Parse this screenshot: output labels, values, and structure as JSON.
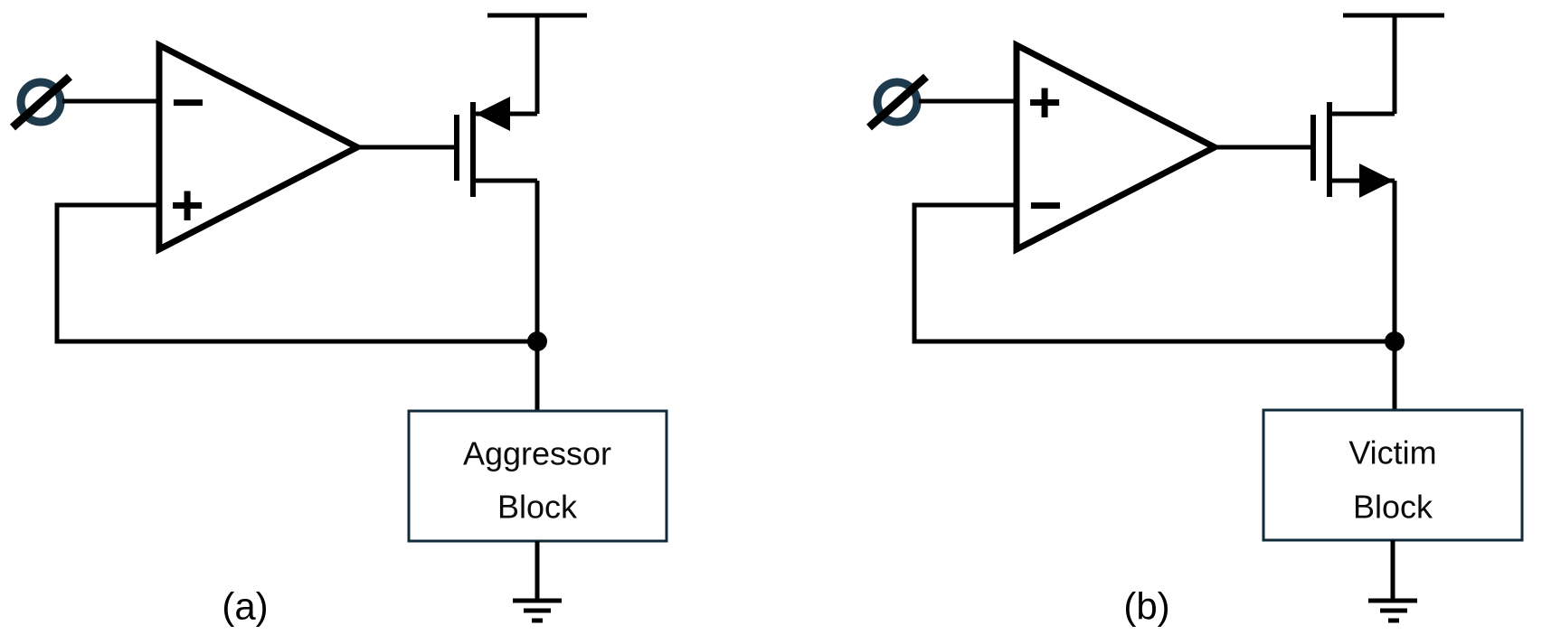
{
  "colors": {
    "background": "#ffffff",
    "wire": "#000000",
    "phi_ring": "#1e3b4d",
    "block_border": "#122b3a",
    "text": "#000000"
  },
  "figures": [
    {
      "caption": "(a)",
      "phi": "Ø",
      "opamp": {
        "top_input": "−",
        "bottom_input": "+"
      },
      "transistor": {
        "type": "pmos-source-follower",
        "arrow": "source-arrow-points-in"
      },
      "block": {
        "line1": "Aggressor",
        "line2": "Block"
      }
    },
    {
      "caption": "(b)",
      "phi": "Ø",
      "opamp": {
        "top_input": "+",
        "bottom_input": "−"
      },
      "transistor": {
        "type": "nmos-source-follower",
        "arrow": "source-arrow-points-out"
      },
      "block": {
        "line1": "Victim",
        "line2": "Block"
      }
    }
  ]
}
